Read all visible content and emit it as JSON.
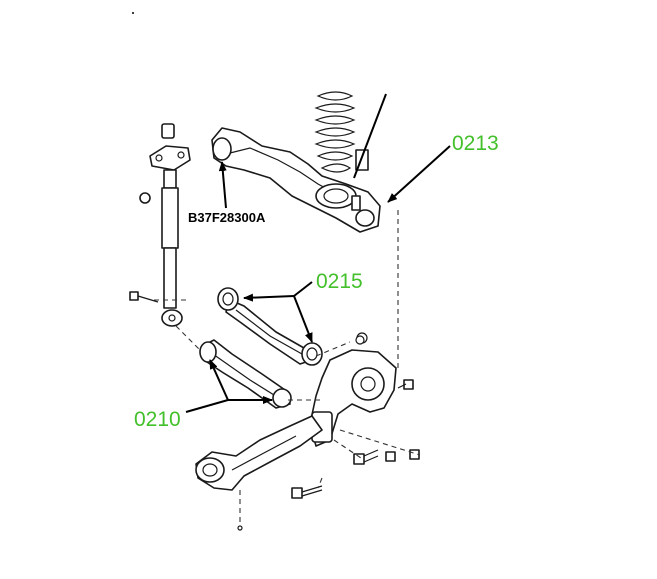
{
  "callouts": {
    "c0213": "0213",
    "c0215": "0215",
    "c0210": "0210",
    "ref_code": "B37F28300A"
  },
  "colors": {
    "callout": "#43c02b",
    "line": "#1a1a1a"
  },
  "icons": [
    "coil-spring-icon",
    "shock-absorber-icon",
    "control-arm-icon",
    "knuckle-icon",
    "bolt-icon"
  ]
}
